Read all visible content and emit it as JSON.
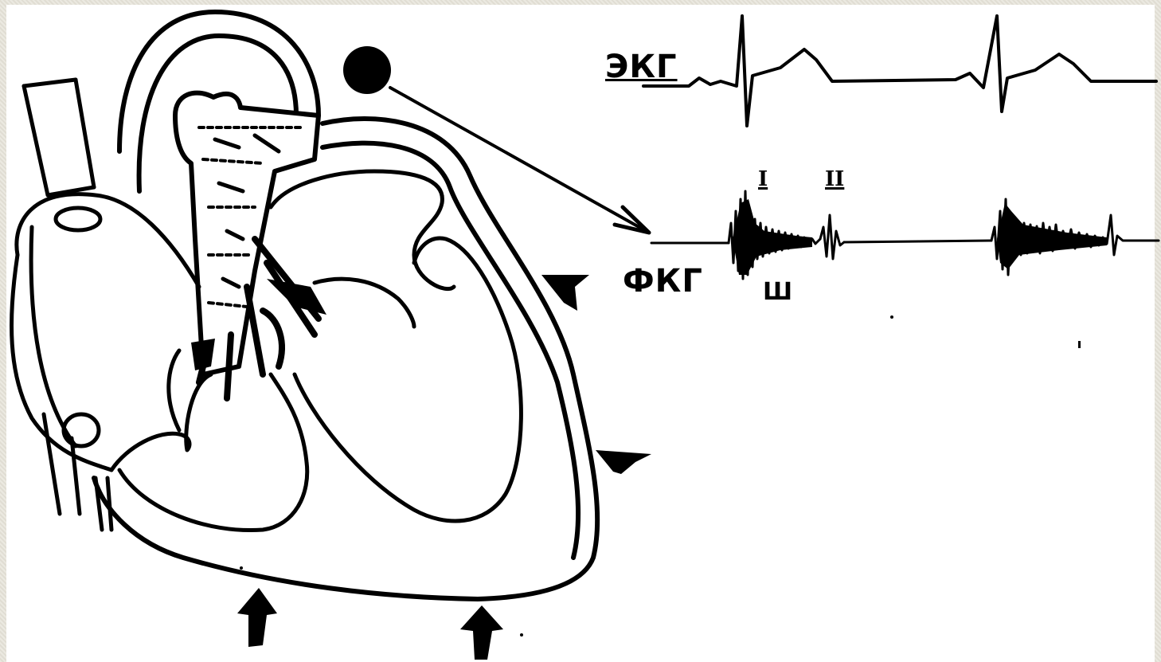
{
  "labels": {
    "ecg": "ЭКГ",
    "pcg": "ФКГ",
    "tone_first": "I",
    "tone_second": "II",
    "tone_third": "Ш"
  },
  "colors": {
    "ink": "#000000",
    "paper": "#ffffff",
    "border": "#e7e4da"
  },
  "icons": {
    "microphone": "filled-circle",
    "pressure_arrows": "arrow-icon"
  }
}
